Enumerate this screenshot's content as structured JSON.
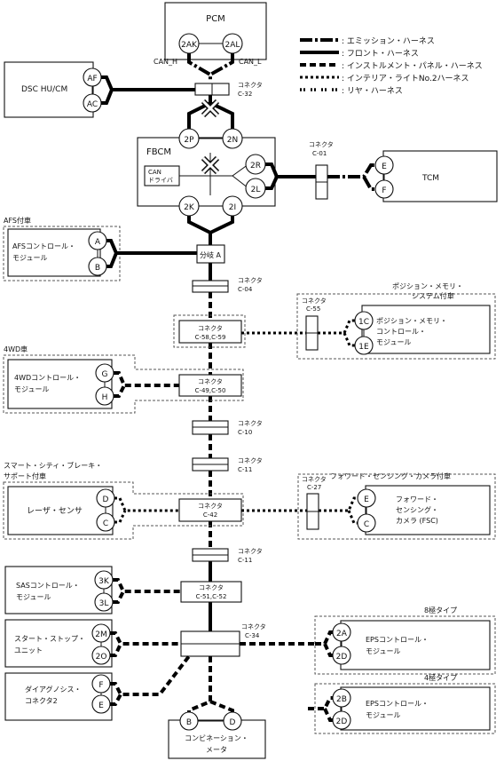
{
  "legend": [
    {
      "style": "h-em",
      "label": ": エミッション・ハーネス"
    },
    {
      "style": "h-fr",
      "label": ": フロント・ハーネス"
    },
    {
      "style": "h-ip",
      "label": ": インストルメント・パネル・ハーネス"
    },
    {
      "style": "h-il",
      "label": ": インテリア・ライトNo.2ハーネス"
    },
    {
      "style": "h-rr",
      "label": ": リヤ・ハーネス"
    }
  ],
  "pcm": {
    "name": "PCM",
    "pin_h": "2AK",
    "pin_l": "2AL",
    "can_h": "CAN_H",
    "can_l": "CAN_L"
  },
  "dsc": {
    "name": "DSC HU/CM",
    "pin1": "AF",
    "pin2": "AC"
  },
  "fbcm": {
    "name": "FBCM",
    "driver": [
      "CAN",
      "ドライバ"
    ],
    "pins": [
      "2P",
      "2N",
      "2R",
      "2L",
      "2K",
      "2I"
    ]
  },
  "tcm": {
    "name": "TCM",
    "pin1": "E",
    "pin2": "F"
  },
  "afs": {
    "group": "AFS付車",
    "name": [
      "AFSコントロール・",
      "モジュール"
    ],
    "pin1": "A",
    "pin2": "B"
  },
  "junction": "分岐 A",
  "connectors": {
    "c32": [
      "コネクタ",
      "C-32"
    ],
    "c01": [
      "コネクタ",
      "C-01"
    ],
    "c04": [
      "コネクタ",
      "C-04"
    ],
    "c55": [
      "コネクタ",
      "C-55"
    ],
    "c58": [
      "コネクタ",
      "C-58,C-59"
    ],
    "c49": [
      "コネクタ",
      "C-49,C-50"
    ],
    "c10": [
      "コネクタ",
      "C-10"
    ],
    "c11a": [
      "コネクタ",
      "C-11"
    ],
    "c27": [
      "コネクタ",
      "C-27"
    ],
    "c42": [
      "コネクタ",
      "C-42"
    ],
    "c11b": [
      "コネクタ",
      "C-11"
    ],
    "c51": [
      "コネクタ",
      "C-51,C-52"
    ],
    "c34": [
      "コネクタ",
      "C-34"
    ]
  },
  "position_memory": {
    "group": [
      "ポジション・メモリ・",
      "システム付車"
    ],
    "name": [
      "ポジション・メモリ・",
      "コントロール・",
      "モジュール"
    ],
    "pin1": "1C",
    "pin2": "1E"
  },
  "fourwd": {
    "group": "4WD車",
    "name": [
      "4WDコントロール・",
      "モジュール"
    ],
    "pin1": "G",
    "pin2": "H"
  },
  "scbs": {
    "group": [
      "スマート・シティ・ブレーキ・",
      "サポート付車"
    ],
    "name": "レーザ・センサ",
    "pin1": "D",
    "pin2": "C"
  },
  "fsc": {
    "group": "フォワード・センシング・カメラ付車",
    "name": [
      "フォワード・",
      "センシング・",
      "カメラ (FSC)"
    ],
    "pin1": "E",
    "pin2": "C"
  },
  "sas": {
    "name": [
      "SASコントロール・",
      "モジュール"
    ],
    "pin1": "3K",
    "pin2": "3L"
  },
  "startstop": {
    "name": [
      "スタート・ストップ・",
      "ユニット"
    ],
    "pin1": "2M",
    "pin2": "2O"
  },
  "diag": {
    "name": [
      "ダイアグノシス・",
      "コネクタ2"
    ],
    "pin1": "F",
    "pin2": "E"
  },
  "eps8": {
    "group": "8極タイプ",
    "name": [
      "EPSコントロール・",
      "モジュール"
    ],
    "pin1": "2A",
    "pin2": "2D"
  },
  "eps4": {
    "group": "4極タイプ",
    "name": [
      "EPSコントロール・",
      "モジュール"
    ],
    "pin1": "2B",
    "pin2": "2D"
  },
  "combi": {
    "name": [
      "コンビネーション・",
      "メータ"
    ],
    "pin1": "B",
    "pin2": "D"
  }
}
